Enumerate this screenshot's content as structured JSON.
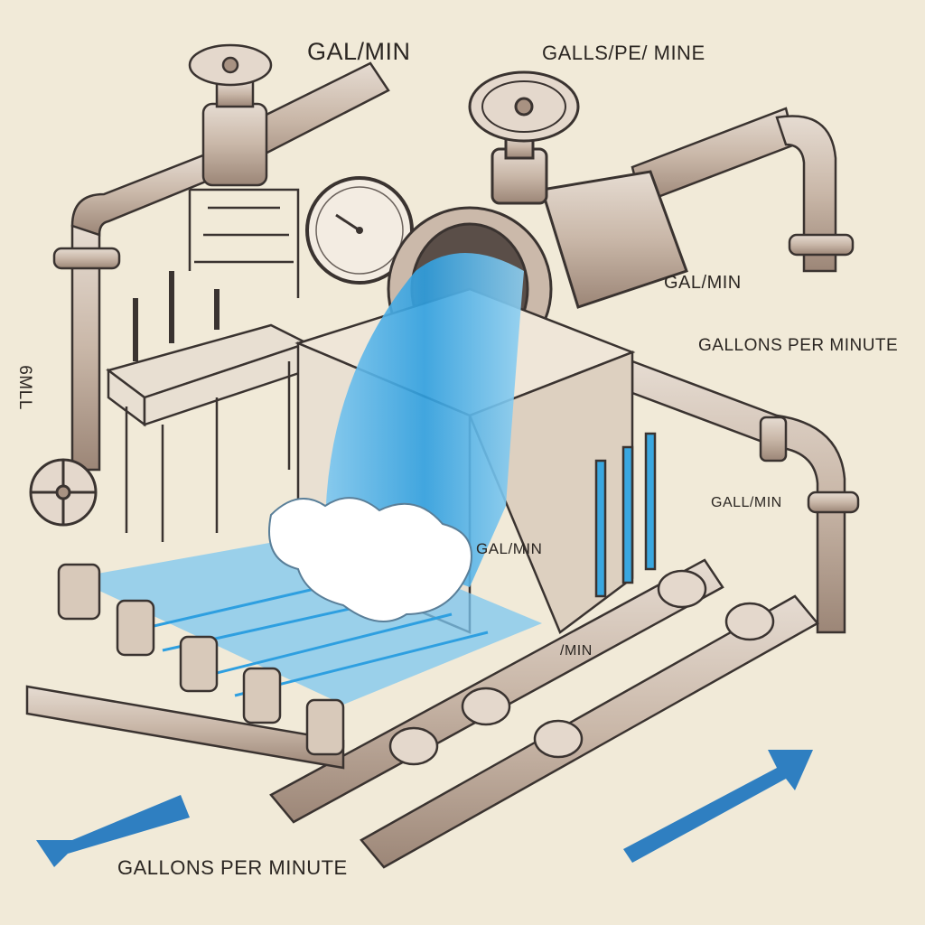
{
  "labels": {
    "top_gal_min": "GAL/MIN",
    "top_galls_per_mine": "GALLS/PE/ MINE",
    "right_gal_min": "GAL/MIN",
    "right_gallons_per_minute": "GALLONS PER MINUTE",
    "right_gall_min": "GALL/MIN",
    "box_gal_min": "GAL/MIN",
    "slash_min": "/MIN",
    "bottom_gallons_per_minute": "GALLONS PER MINUTE",
    "vertical_gmll": "6MLL"
  },
  "colors": {
    "background": "#f1ead8",
    "pipe": "#c8b8a8",
    "pipe_outline": "#3a3330",
    "water": "#3aa7e0",
    "water_light": "#8fd0f2",
    "arrow_blue": "#2f7fc1",
    "foam": "#ffffff"
  }
}
